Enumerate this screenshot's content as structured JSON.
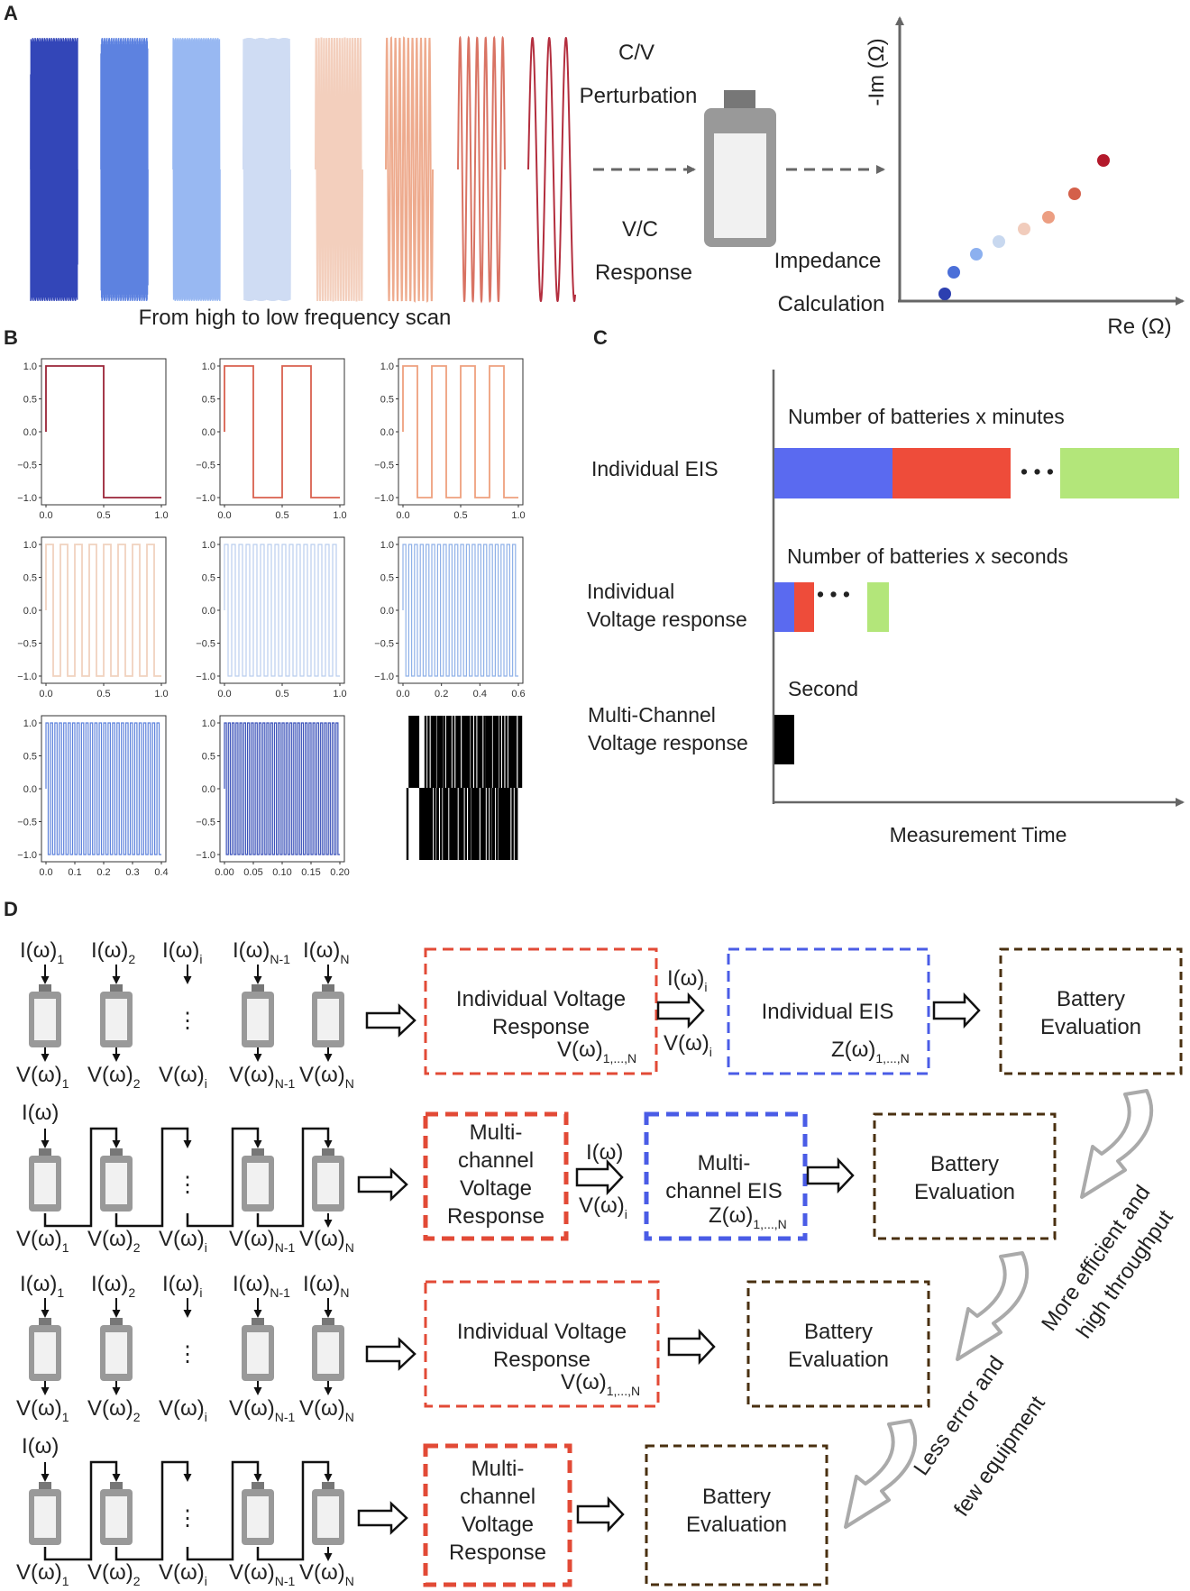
{
  "panels": {
    "a": {
      "label": "A",
      "perturbation_line1": "C/V",
      "perturbation_line2": "Perturbation",
      "response_line1": "V/C",
      "response_line2": "Response",
      "impedance_line1": "Impedance",
      "impedance_line2": "Calculation",
      "scan_caption": "From high to low frequency scan",
      "y_axis_label": "-Im (Ω)",
      "x_axis_label": "Re (Ω)",
      "wave_colors": [
        "#3346b8",
        "#5d82e0",
        "#98b8f2",
        "#cfdcf3",
        "#f3cfbd",
        "#eeab8e",
        "#d97363",
        "#b32e3e"
      ],
      "nyquist_colors": [
        "#2c3fb0",
        "#4b6fd8",
        "#8cb0ef",
        "#c8d8ef",
        "#f1ccbc",
        "#ec9e82",
        "#d4604a",
        "#b3192b"
      ]
    },
    "b": {
      "label": "B",
      "y_ticks": [
        "1.0",
        "0.5",
        "0.0",
        "−0.5",
        "−1.0"
      ],
      "plots": [
        {
          "x_ticks": [
            "0.0",
            "0.5",
            "1.0"
          ],
          "color": "#9b2437",
          "periods": 1
        },
        {
          "x_ticks": [
            "0.0",
            "0.5",
            "1.0"
          ],
          "color": "#d9614e",
          "periods": 2
        },
        {
          "x_ticks": [
            "0.0",
            "0.5",
            "1.0"
          ],
          "color": "#eea07e",
          "periods": 4
        },
        {
          "x_ticks": [
            "0.0",
            "0.5",
            "1.0"
          ],
          "color": "#f1d2bf",
          "periods": 8
        },
        {
          "x_ticks": [
            "0.0",
            "0.5",
            "1.0"
          ],
          "color": "#b9cdee",
          "periods": 16
        },
        {
          "x_ticks": [
            "0.0",
            "0.2",
            "0.4",
            "0.6"
          ],
          "color": "#8fb1e8",
          "periods": 20
        },
        {
          "x_ticks": [
            "0.0",
            "0.1",
            "0.2",
            "0.3",
            "0.4"
          ],
          "color": "#5d82dc",
          "periods": 26
        },
        {
          "x_ticks": [
            "0.00",
            "0.05",
            "0.10",
            "0.15",
            "0.20"
          ],
          "color": "#3b52b9",
          "periods": 30
        },
        {
          "x_ticks": [],
          "color": "#000000",
          "periods": 0
        }
      ]
    },
    "c": {
      "label": "C",
      "row1_label": "Individual EIS",
      "row1_caption": "Number of batteries x minutes",
      "row2_label_line1": "Individual",
      "row2_label_line2": "Voltage response",
      "row2_caption": "Number of batteries x seconds",
      "row3_label_line1": "Multi-Channel",
      "row3_label_line2": "Voltage response",
      "row3_caption": "Second",
      "x_axis_label": "Measurement Time",
      "ellipsis": "• • •",
      "colors": {
        "blue": "#5a6af0",
        "red": "#ee4c3a",
        "green": "#b3e67a",
        "black": "#000000"
      }
    },
    "d": {
      "label": "D",
      "sym_I": "I(ω)",
      "sym_V": "V(ω)",
      "sym_Z": "Z(ω)",
      "sub_1": "1",
      "sub_2": "2",
      "sub_i": "i",
      "sub_N1": "N-1",
      "sub_N": "N",
      "sub_all": "1,...,N",
      "vdots": "⋮",
      "ind_volt_line1": "Individual Voltage",
      "ind_volt_line2": "Response",
      "ind_eis": "Individual EIS",
      "mc_volt_line1": "Multi-",
      "mc_volt_line2": "channel",
      "mc_volt_line3": "Voltage",
      "mc_volt_line4": "Response",
      "mc_eis_line1": "Multi-",
      "mc_eis_line2": "channel EIS",
      "batt_eval_line1": "Battery",
      "batt_eval_line2": "Evaluation",
      "arrow_text_1_line1": "More efficient and",
      "arrow_text_1_line2": "high throughput",
      "arrow_text_2_line1": "Less error and",
      "arrow_text_2_line2": "few equipment",
      "colors": {
        "red": "#e24a36",
        "blue": "#4a5ce6",
        "brown": "#4a3010"
      }
    }
  }
}
